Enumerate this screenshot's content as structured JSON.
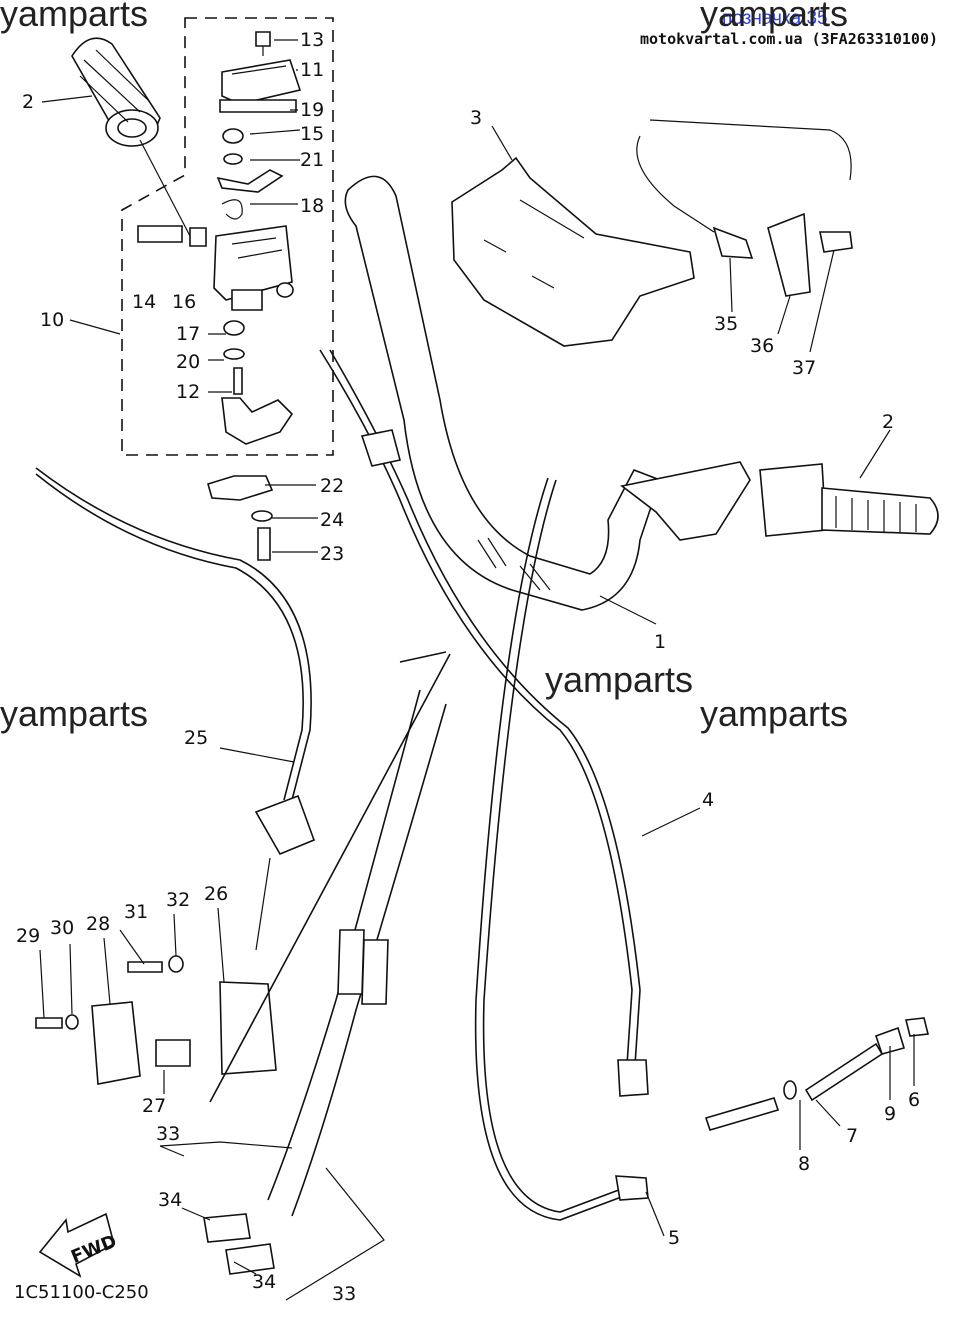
{
  "header": {
    "title_blue": "позначка 35",
    "source": "motokvartal.com.ua (3FA263310100)"
  },
  "watermark": "yamparts",
  "fwd_label": "FWD",
  "diagram_code": "1C51100-C250",
  "callouts": [
    "1",
    "2",
    "2",
    "3",
    "4",
    "5",
    "6",
    "7",
    "8",
    "9",
    "10",
    "11",
    "12",
    "13",
    "14",
    "15",
    "16",
    "17",
    "18",
    "19",
    "20",
    "21",
    "22",
    "23",
    "24",
    "25",
    "26",
    "27",
    "28",
    "29",
    "30",
    "31",
    "32",
    "33",
    "33",
    "34",
    "34",
    "35",
    "36",
    "37"
  ]
}
